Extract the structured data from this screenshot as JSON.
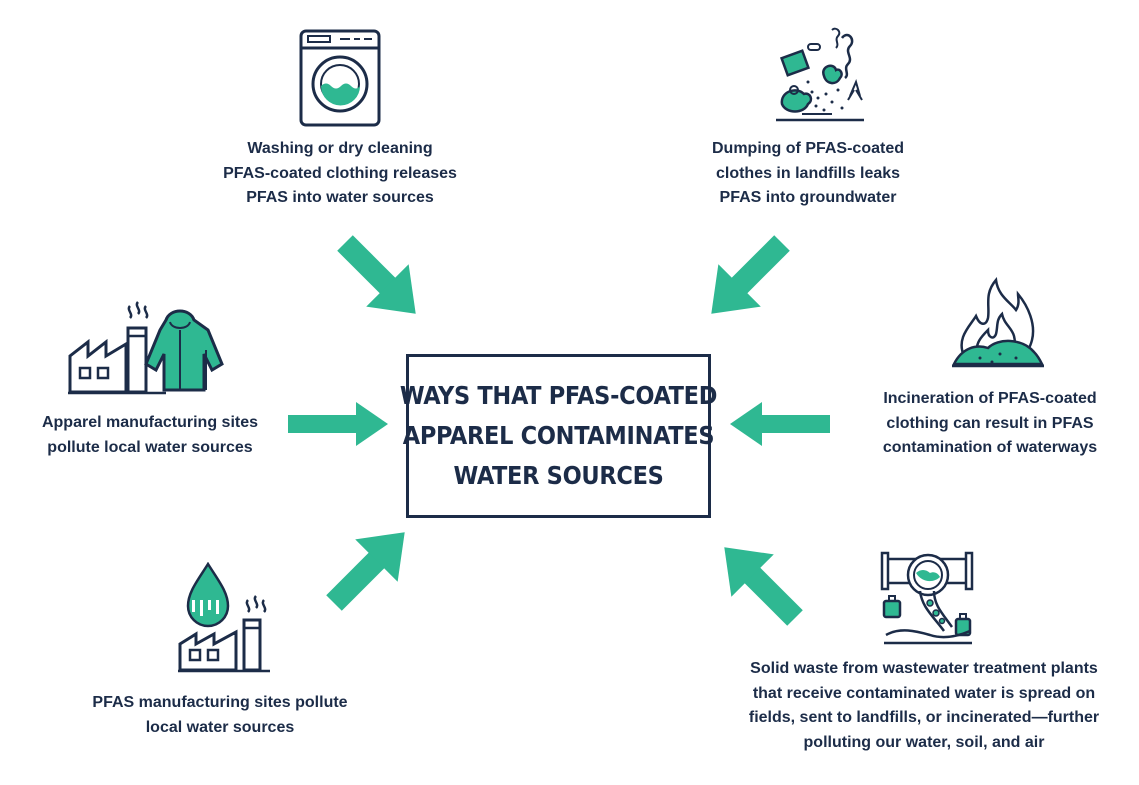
{
  "colors": {
    "navy": "#1c2c48",
    "teal": "#2fb892"
  },
  "title": {
    "lines": [
      "WAYS THAT PFAS-COATED",
      "APPAREL CONTAMINATES",
      "WATER SOURCES"
    ]
  },
  "sources": {
    "washing": {
      "icon": "washing-machine-icon",
      "lines": [
        "Washing or dry cleaning",
        "PFAS-coated clothing releases",
        "PFAS into water sources"
      ]
    },
    "landfill": {
      "icon": "landfill-trash-icon",
      "lines": [
        "Dumping of PFAS-coated",
        "clothes in landfills leaks",
        "PFAS into groundwater"
      ]
    },
    "apparel_manufacturing": {
      "icon": "apparel-factory-icon",
      "lines": [
        "Apparel manufacturing sites",
        "pollute local water sources"
      ]
    },
    "incineration": {
      "icon": "fire-icon",
      "lines": [
        "Incineration of PFAS-coated",
        "clothing can result in PFAS",
        "contamination of waterways"
      ]
    },
    "pfas_manufacturing": {
      "icon": "pfas-factory-icon",
      "lines": [
        "PFAS manufacturing sites pollute",
        "local water sources"
      ]
    },
    "wastewater": {
      "icon": "wastewater-pipe-icon",
      "lines": [
        "Solid waste from wastewater treatment plants",
        "that receive contaminated water is spread on",
        "fields, sent to landfills, or incinerated—further",
        "polluting our water, soil, and air"
      ]
    }
  }
}
